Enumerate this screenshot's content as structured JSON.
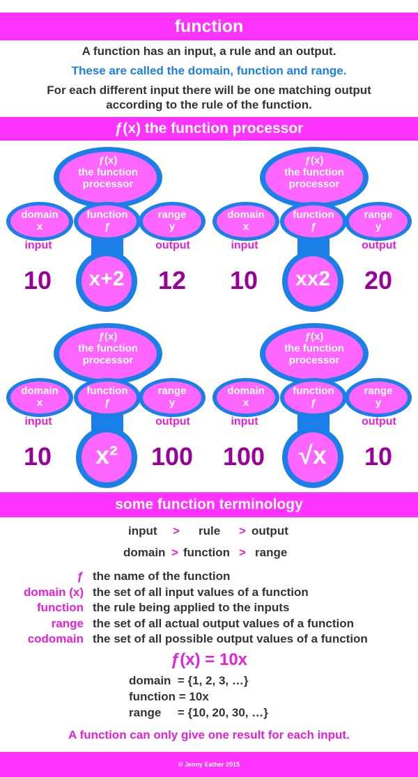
{
  "header": {
    "title": "function"
  },
  "intro": {
    "line1": "A function has an input, a rule and an output.",
    "line2": "These are called the domain, function and range.",
    "line3a": "For each different input there will be one matching output",
    "line3b": "according to the rule of the function."
  },
  "processor_header": {
    "title": "ƒ(x) the function processor"
  },
  "processor_labels": {
    "top_line1": "ƒ(x)",
    "top_line2": "the function",
    "top_line3": "processor",
    "domain_line1": "domain",
    "domain_line2": "x",
    "function_line1": "function",
    "function_line2": "ƒ",
    "range_line1": "range",
    "range_line2": "y",
    "input": "input",
    "output": "output"
  },
  "examples": [
    {
      "input": "10",
      "rule": "x+2",
      "output": "12"
    },
    {
      "input": "10",
      "rule": "xx2",
      "output": "20"
    },
    {
      "input": "10",
      "rule": "x²",
      "output": "100"
    },
    {
      "input": "100",
      "rule": "√x",
      "output": "10"
    }
  ],
  "terminology_header": {
    "title": "some function terminology"
  },
  "flow": {
    "row1": {
      "a": "input",
      "sep1": ">",
      "b": "rule",
      "sep2": ">",
      "c": "output"
    },
    "row2": {
      "a": "domain",
      "sep1": ">",
      "b": "function",
      "sep2": ">",
      "c": "range"
    }
  },
  "terms": [
    {
      "name": "ƒ",
      "desc": "the name of the function"
    },
    {
      "name": "domain (x)",
      "desc": "the set of all input values of a function"
    },
    {
      "name": "function",
      "desc": "the rule being applied to the inputs"
    },
    {
      "name": "range",
      "desc": "the set of all actual output values of a function"
    },
    {
      "name": "codomain",
      "desc": "the set of all possible output values of a function"
    }
  ],
  "example_fn": {
    "title": "ƒ(x) = 10x",
    "domain": "domain  = {1, 2, 3, …}",
    "function": "function = 10x",
    "range": "range     = {10, 20, 30, …}"
  },
  "closing": "A function can only give one result for each input.",
  "footer": {
    "credit": "© Jenny Eather 2015"
  },
  "colors": {
    "accent": "#ff33ff",
    "blue": "#1a7fe8",
    "purple": "#990099",
    "pink_text": "#e61fd9"
  }
}
